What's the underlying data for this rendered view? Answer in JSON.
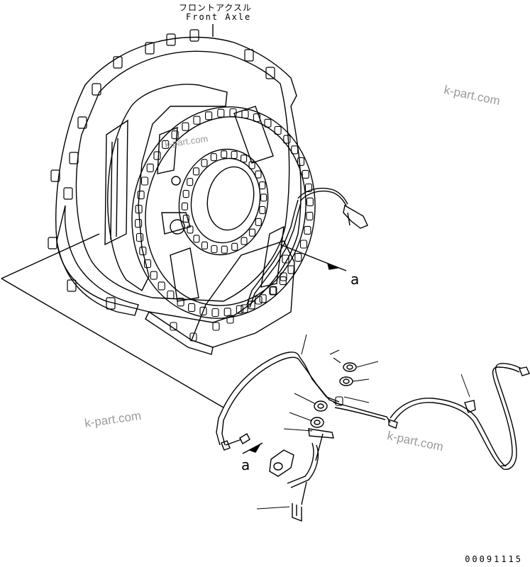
{
  "header": {
    "title_jp": "フロントアクスル",
    "title_en": "Front Axle"
  },
  "callouts": {
    "a_upper": "a",
    "a_lower": "a"
  },
  "watermarks": {
    "top_right": "k-part.com",
    "bottom_left": "k-part.com",
    "bottom_right": "k-part.com",
    "center_small": "k-part.com"
  },
  "footer": {
    "drawing_code": "00091115"
  }
}
